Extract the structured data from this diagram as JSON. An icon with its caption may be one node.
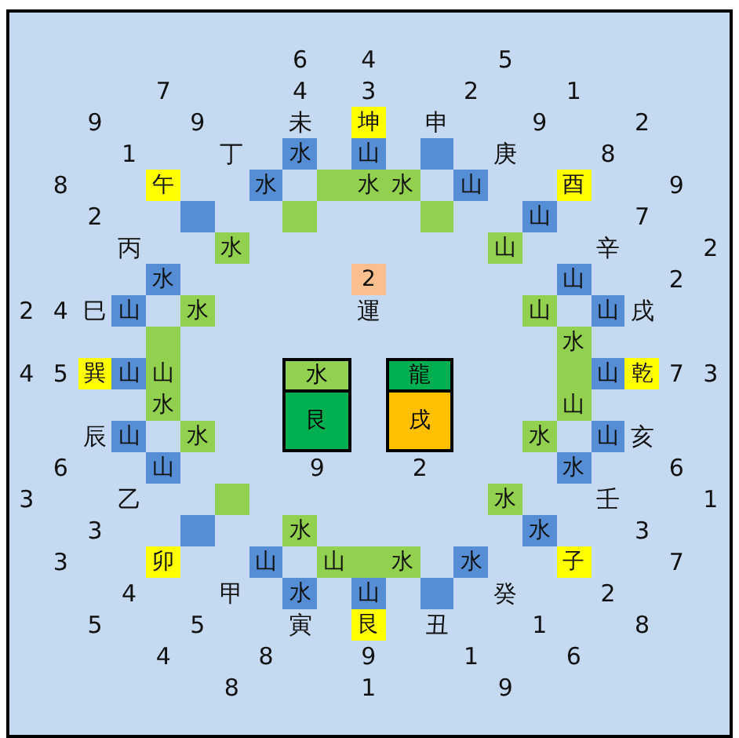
{
  "diagram": {
    "nodes": [
      {
        "text": [
          "坤"
        ]
      },
      {
        "text": [
          "水"
        ]
      },
      {
        "text": [
          "山"
        ]
      },
      {
        "text": [],
        "shape": "box"
      },
      {
        "text": [
          "午"
        ]
      },
      {
        "text": [
          "水"
        ]
      },
      {
        "text": [],
        "shape": "box"
      },
      {
        "text": [
          "水"
        ]
      },
      {
        "text": [
          "水"
        ]
      },
      {
        "text": [
          "山"
        ]
      },
      {
        "text": [
          "酉"
        ]
      },
      {
        "text": [],
        "shape": "box"
      },
      {
        "text": [],
        "shape": "box"
      },
      {
        "text": [],
        "shape": "box"
      },
      {
        "text": [
          "山"
        ]
      },
      {
        "text": [
          "水"
        ]
      },
      {
        "text": [
          "山"
        ]
      },
      {
        "text": [
          "水"
        ]
      },
      {
        "text": [
          "2"
        ]
      },
      {
        "text": [
          "山"
        ]
      },
      {
        "text": [
          "山"
        ]
      },
      {
        "text": [
          "水"
        ]
      },
      {
        "text": [
          "山"
        ]
      },
      {
        "text": [
          "山"
        ]
      },
      {
        "text": [],
        "shape": "box"
      },
      {
        "text": [
          "水"
        ]
      },
      {
        "text": [
          "巽"
        ]
      },
      {
        "text": [
          "山"
        ]
      },
      {
        "text": [
          "山"
        ]
      },
      {
        "text": [
          "水",
          "艮"
        ],
        "beside": [
          "9"
        ]
      },
      {
        "text": [
          "龍",
          "戌"
        ],
        "beside": [
          "2"
        ]
      },
      {
        "text": [],
        "shape": "box"
      },
      {
        "text": [
          "山"
        ]
      },
      {
        "text": [
          "乾"
        ]
      },
      {
        "text": [
          "水"
        ]
      },
      {
        "text": [
          "山"
        ]
      },
      {
        "text": [
          "山"
        ]
      },
      {
        "text": [
          "水"
        ]
      },
      {
        "text": [
          "水"
        ]
      },
      {
        "text": [
          "山"
        ]
      },
      {
        "text": [
          "山"
        ]
      },
      {
        "text": [
          "水"
        ]
      },
      {
        "text": [],
        "shape": "box"
      },
      {
        "text": [
          "水"
        ]
      },
      {
        "text": [],
        "shape": "box"
      },
      {
        "text": [
          "水"
        ]
      },
      {
        "text": [
          "水"
        ]
      },
      {
        "text": [
          "卯"
        ]
      },
      {
        "text": [
          "山"
        ]
      },
      {
        "text": [
          "山"
        ]
      },
      {
        "text": [],
        "shape": "box"
      },
      {
        "text": [
          "水"
        ]
      },
      {
        "text": [
          "水"
        ]
      },
      {
        "text": [
          "子"
        ]
      },
      {
        "text": [
          "水"
        ]
      },
      {
        "text": [
          "山"
        ]
      },
      {
        "text": [],
        "shape": "box"
      },
      {
        "text": [
          "艮"
        ]
      }
    ],
    "labels": [
      "6",
      "4",
      "5",
      "7",
      "4",
      "3",
      "2",
      "1",
      "9",
      "9",
      "未",
      "申",
      "9",
      "2",
      "1",
      "丁",
      "庚",
      "8",
      "8",
      "9",
      "2",
      "7",
      "丙",
      "辛",
      "2",
      "2",
      "2",
      "4",
      "巳",
      "運",
      "戌",
      "4",
      "5",
      "7",
      "3",
      "辰",
      "亥",
      "6",
      "6",
      "3",
      "乙",
      "壬",
      "1",
      "3",
      "3",
      "3",
      "7",
      "4",
      "甲",
      "癸",
      "2",
      "5",
      "5",
      "寅",
      "丑",
      "1",
      "8",
      "4",
      "8",
      "9",
      "1",
      "6",
      "8",
      "1",
      "9"
    ]
  }
}
